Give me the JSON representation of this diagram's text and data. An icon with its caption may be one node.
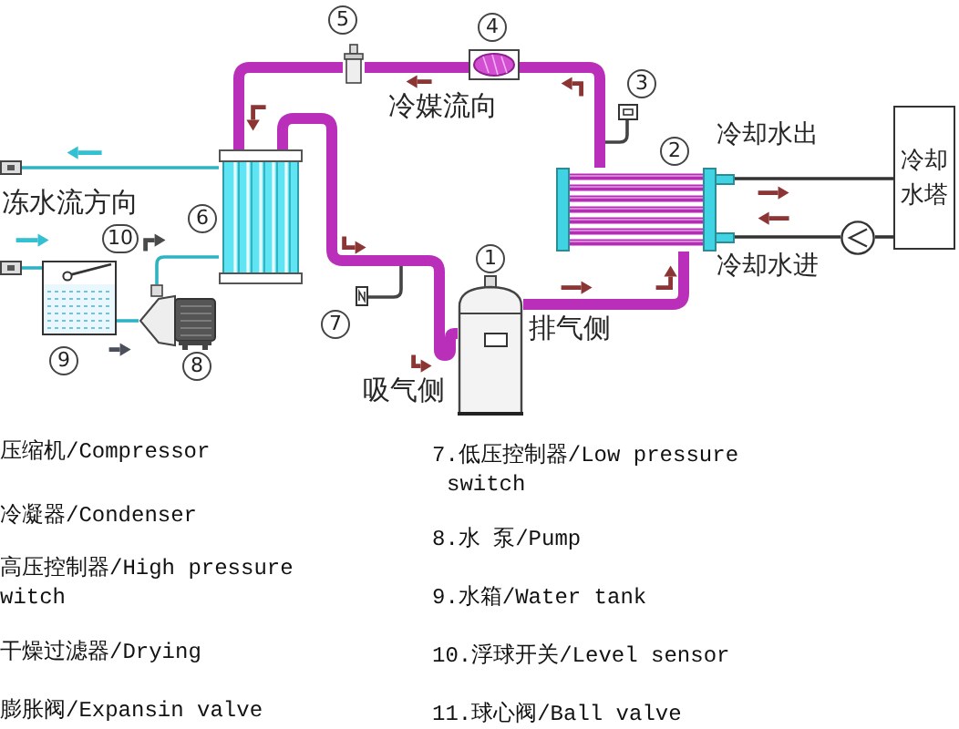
{
  "diagram": {
    "nodes": [
      {
        "text": [],
        "shape": "picture",
        "beside": [
          "1"
        ]
      },
      {
        "text": [],
        "shape": "picture",
        "beside": [
          "2"
        ]
      },
      {
        "text": [],
        "shape": "picture",
        "beside": [
          "3"
        ]
      },
      {
        "text": [],
        "shape": "picture",
        "beside": [
          "4"
        ]
      },
      {
        "text": [],
        "shape": "picture",
        "beside": [
          "5"
        ]
      },
      {
        "text": [],
        "shape": "picture",
        "beside": [
          "6"
        ]
      },
      {
        "text": [],
        "shape": "picture",
        "beside": [
          "7"
        ]
      },
      {
        "text": [],
        "shape": "picture",
        "beside": [
          "8"
        ]
      },
      {
        "text": [],
        "shape": "picture",
        "beside": [
          "9"
        ]
      },
      {
        "text": [],
        "shape": "picture",
        "beside": [
          "10"
        ],
        "in": 8
      },
      {
        "text": [
          "冷却水塔"
        ]
      },
      {
        "text": [],
        "shape": "circle"
      },
      {
        "text": [],
        "shape": "box"
      },
      {
        "text": [],
        "shape": "box"
      }
    ],
    "edges": [
      {
        "from": 0,
        "to": 1,
        "arrow": "none",
        "style": "thick",
        "color": "#b92fb9"
      },
      {
        "from": 1,
        "to": 3,
        "arrow": "none",
        "style": "thick",
        "color": "#b92fb9"
      },
      {
        "from": 3,
        "to": 4,
        "arrow": "none",
        "style": "thick",
        "color": "#b92fb9"
      },
      {
        "from": 4,
        "to": 5,
        "arrow": "none",
        "style": "thick",
        "color": "#b92fb9"
      },
      {
        "from": 5,
        "to": 0,
        "arrow": "none",
        "style": "thick",
        "color": "#b92fb9"
      },
      {
        "from": 2,
        "to": null,
        "arrow": "none",
        "color": "#444444"
      },
      {
        "from": 6,
        "to": null,
        "arrow": "none",
        "color": "#444444"
      },
      {
        "from": 1,
        "to": 10,
        "arrow": "none",
        "color": "#333333"
      },
      {
        "from": 10,
        "to": 11,
        "arrow": "none",
        "color": "#333333"
      },
      {
        "from": 11,
        "to": 1,
        "arrow": "none",
        "color": "#333333"
      },
      {
        "from": 5,
        "to": 12,
        "arrow": "none",
        "color": "#2fb3c4"
      },
      {
        "from": 13,
        "to": 8,
        "arrow": "none",
        "color": "#2fb3c4"
      },
      {
        "from": 8,
        "to": 7,
        "arrow": "none",
        "color": "#2fb3c4"
      },
      {
        "from": 7,
        "to": 5,
        "arrow": "none",
        "color": "#2fb3c4"
      }
    ],
    "labels": [
      "冷媒流向",
      "冻水流方向",
      "冷却水出",
      "冷却水进",
      "排气侧",
      "吸气侧",
      "压缩机/Compressor",
      "7.低压控制器/Low pressure switch",
      "冷凝器/Condenser",
      "8.水 泵/Pump",
      "高压控制器/High pressure witch",
      "9.水箱/Water tank",
      "干燥过滤器/Drying",
      "10.浮球开关/Level sensor",
      "膨胀阀/Expansin valve",
      "11.球心阀/Ball valve"
    ]
  }
}
